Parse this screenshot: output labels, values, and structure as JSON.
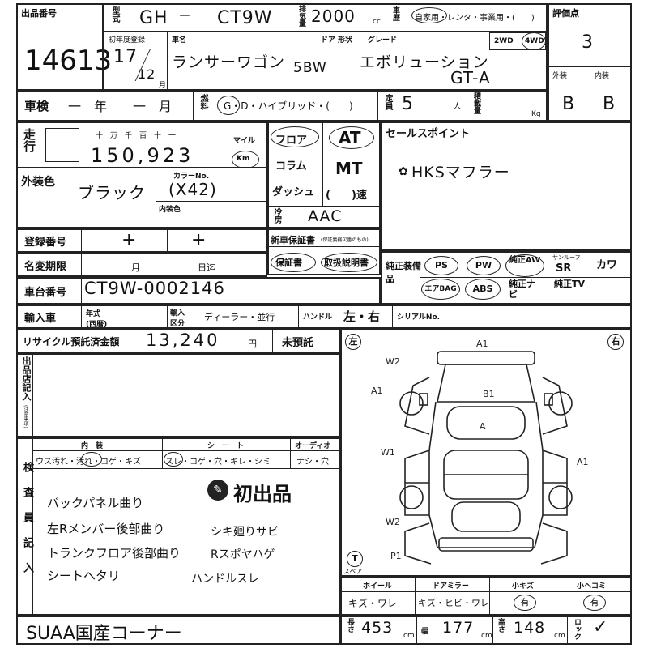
{
  "header": {
    "lot_label": "出品番号",
    "lot_number": "14613",
    "model_label": "型式",
    "model_prefix": "GH",
    "model_dash": "－",
    "model_code": "CT9W",
    "displacement_label": "排気量",
    "displacement_value": "2000",
    "displacement_unit": "cc",
    "history_label": "車歴",
    "history_options": "自家用・レンタ・事業用・(　　)",
    "history_selected": "自家用",
    "score_label": "評価点",
    "score_value": "3",
    "first_reg_label": "初年度登録",
    "first_reg_year": "17",
    "first_reg_month": "12",
    "first_reg_unit": "月",
    "car_name_label": "車名",
    "car_name": "ランサーワゴン",
    "door_shape_label": "ドア 形状",
    "door_shape": "5BW",
    "grade_label": "グレード",
    "grade_line1": "エボリューション",
    "grade_line2": "GT-A",
    "drive_2wd": "2WD",
    "drive_4wd": "4WD",
    "exterior_label": "外装",
    "exterior_score": "B",
    "interior_label": "内装",
    "interior_score": "B"
  },
  "inspection": {
    "label": "車検",
    "value": "一　年　　一　月",
    "fuel_label": "燃料",
    "fuel_options": "G・D・ハイブリッド・(　　)",
    "fuel_selected": "G",
    "capacity_label": "定員",
    "capacity_value": "5",
    "capacity_unit": "人",
    "load_label": "積載量",
    "load_unit": "Kg"
  },
  "mileage": {
    "label": "走行",
    "units": "十　万　千　百　十　一",
    "unit_mile": "マイル",
    "value": "150,923",
    "unit_km": "Km"
  },
  "shift": {
    "floor": "フロア",
    "column": "コラム",
    "dash": "ダッシュ",
    "at": "AT",
    "mt": "MT",
    "speed": "(　　)速"
  },
  "color": {
    "ext_label": "外装色",
    "ext_value": "ブラック",
    "code_label": "カラーNo.",
    "code_value": "(X42)",
    "int_label": "内装色"
  },
  "ac": {
    "label": "冷房",
    "value": "AAC"
  },
  "registration": {
    "reg_label": "登録番号",
    "name_change_label": "名変期限",
    "month_unit": "月",
    "day_unit": "日迄",
    "chassis_label": "車台番号",
    "chassis_value": "CT9W-0002146",
    "import_label": "輸入車",
    "year_label": "年式(西暦)",
    "import_kind_label": "輸入区分",
    "import_kind_value": "ディーラー・並行",
    "handle_label": "ハンドル",
    "handle_value": "左・右",
    "serial_label": "シリアルNo."
  },
  "warranty": {
    "label": "新車保証書",
    "note": "(保証義務欠番のもの)",
    "warranty_doc": "保証書",
    "manual_doc": "取扱説明書"
  },
  "sales_point": {
    "label": "セールスポイント",
    "value": "HKSマフラー"
  },
  "equipment": {
    "label": "純正装備品",
    "ps": "PS",
    "pw": "PW",
    "aw": "純正AW",
    "sr_label": "サンルーフ",
    "sr": "SR",
    "leather": "カワ",
    "airbag": "エアBAG",
    "abs": "ABS",
    "navi": "純正ナビ",
    "tv": "純正TV"
  },
  "recycle": {
    "label": "リサイクル預託済金額",
    "value": "13,240",
    "unit": "円",
    "unpaid": "未預託"
  },
  "notes": {
    "shop_label": "出品店記入",
    "shop_note": "(注意事項)",
    "inspector_label": "検査員記入",
    "interior_head": "内　装",
    "interior_items": "ウス汚れ・汚れ・コゲ・キズ",
    "seat_head": "シ　ー　ト",
    "seat_items": "スレ・コゲ・穴・キレ・シミ",
    "audio_head": "オーディオ",
    "audio_items": "ナシ・穴",
    "first_sale_badge": "初出品",
    "comments": [
      "バックパネル曲り",
      "左Rメンバー後部曲り",
      "トランクフロア後部曲り",
      "シートヘタリ",
      "シキ廻りサビ",
      "Rスポヤハゲ",
      "ハンドルスレ"
    ]
  },
  "diagram": {
    "left": "左",
    "right": "右",
    "spare": "スペア",
    "spare_mark": "T",
    "marks": [
      "A1",
      "W2",
      "A1",
      "B1",
      "A",
      "W1",
      "A1",
      "W2",
      "P1"
    ]
  },
  "parts": {
    "wheel_label": "ホイール",
    "wheel_value": "キズ・ワレ",
    "mirror_label": "ドアミラー",
    "mirror_value": "キズ・ヒビ・ワレ",
    "small_scratch_label": "小キズ",
    "small_scratch_value": "有",
    "small_dent_label": "小ヘコミ",
    "small_dent_value": "有"
  },
  "dimensions": {
    "length_label": "長さ",
    "length_value": "453",
    "width_label": "幅",
    "width_value": "177",
    "height_label": "高さ",
    "height_value": "148",
    "unit": "cm",
    "lock_label": "ロック"
  },
  "footer": {
    "corner": "SUAA国産コーナー"
  }
}
